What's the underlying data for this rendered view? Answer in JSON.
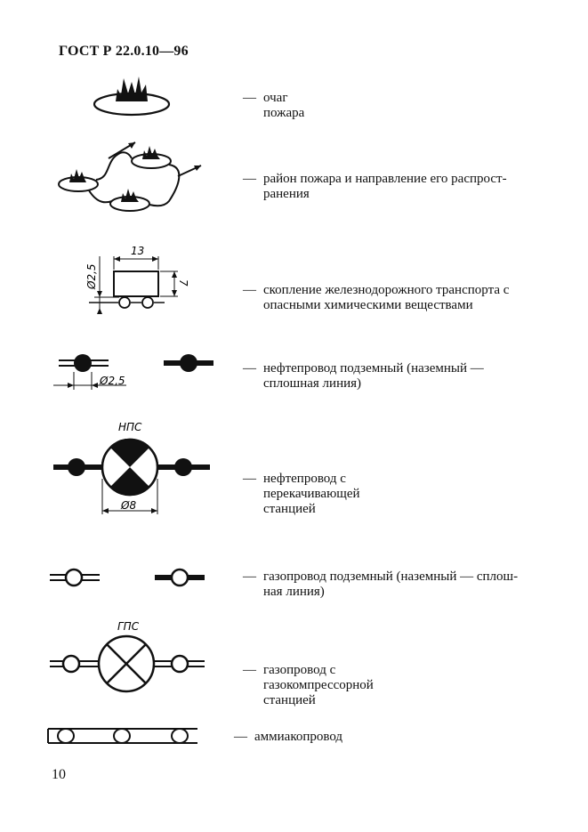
{
  "header": {
    "standard": "ГОСТ Р 22.0.10—96"
  },
  "footer": {
    "page_number": "10"
  },
  "dash": "—",
  "items": [
    {
      "lines": [
        "очаг пожара"
      ]
    },
    {
      "lines": [
        "район пожара и направление его распрост-",
        "ранения"
      ]
    },
    {
      "lines": [
        "скопление железнодорожного транспорта с",
        "опасными химическими веществами"
      ],
      "dims": {
        "width": "13",
        "height": "7",
        "wheel": "Ø2,5"
      }
    },
    {
      "lines": [
        "нефтепровод   подземный   (наземный   —",
        "сплошная линия)"
      ],
      "dims": {
        "diameter": "Ø2,5"
      }
    },
    {
      "lines": [
        "нефтепровод с перекачивающей станцией"
      ],
      "dims": {
        "station_label": "НПС",
        "diameter": "Ø8"
      }
    },
    {
      "lines": [
        "газопровод подземный (наземный — сплош-",
        "ная линия)"
      ]
    },
    {
      "lines": [
        "газопровод с газокомпрессорной станцией"
      ],
      "dims": {
        "station_label": "ГПС"
      }
    },
    {
      "lines": [
        "аммиакопровод"
      ]
    }
  ]
}
